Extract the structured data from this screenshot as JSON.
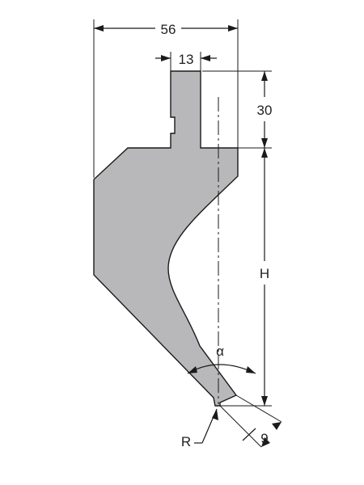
{
  "labels": {
    "overall_width": "56",
    "tang_width": "13",
    "tang_height": "30",
    "tool_height": "H",
    "tip_angle": "α",
    "tip_radius": "R",
    "tip_width": "9"
  },
  "colors": {
    "tool_fill": "#b8b8ba",
    "tool_stroke": "#1a1a1a",
    "line": "#1a1a1a",
    "background": "#ffffff"
  }
}
